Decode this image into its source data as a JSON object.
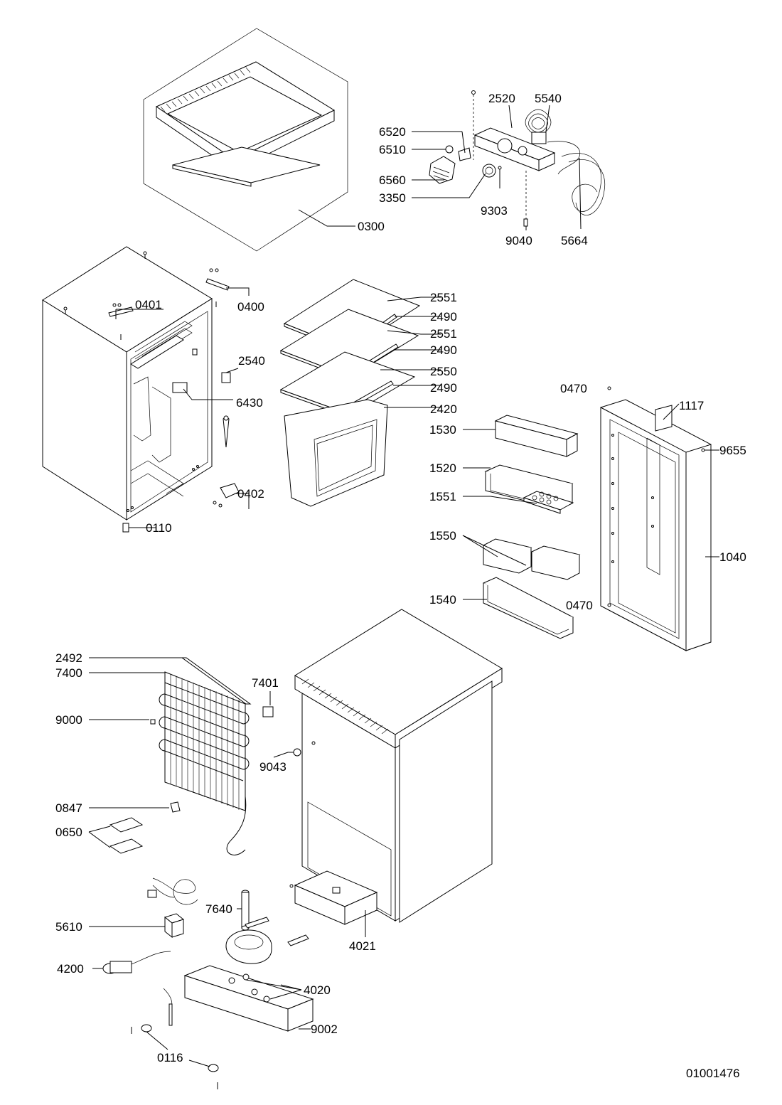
{
  "drawing_number": "01001476",
  "labels": {
    "l0300": "0300",
    "l2520": "2520",
    "l5540": "5540",
    "l6520": "6520",
    "l6510": "6510",
    "l6560": "6560",
    "l3350": "3350",
    "l9303": "9303",
    "l9040": "9040",
    "l5664": "5664",
    "l0401": "0401",
    "l0400": "0400",
    "l2540": "2540",
    "l6430": "6430",
    "l0402": "0402",
    "l0110": "0110",
    "l2551a": "2551",
    "l2490a": "2490",
    "l2551b": "2551",
    "l2490b": "2490",
    "l2550": "2550",
    "l2490c": "2490",
    "l2420": "2420",
    "l0470a": "0470",
    "l1117": "1117",
    "l9655": "9655",
    "l1530": "1530",
    "l1520": "1520",
    "l1551": "1551",
    "l1550": "1550",
    "l1040": "1040",
    "l1540": "1540",
    "l0470b": "0470",
    "l2492": "2492",
    "l7400": "7400",
    "l7401": "7401",
    "l9000": "9000",
    "l9043": "9043",
    "l0847": "0847",
    "l0650": "0650",
    "l7640": "7640",
    "l5610": "5610",
    "l4021": "4021",
    "l4200": "4200",
    "l4020": "4020",
    "l9002": "9002",
    "l0116": "0116"
  }
}
